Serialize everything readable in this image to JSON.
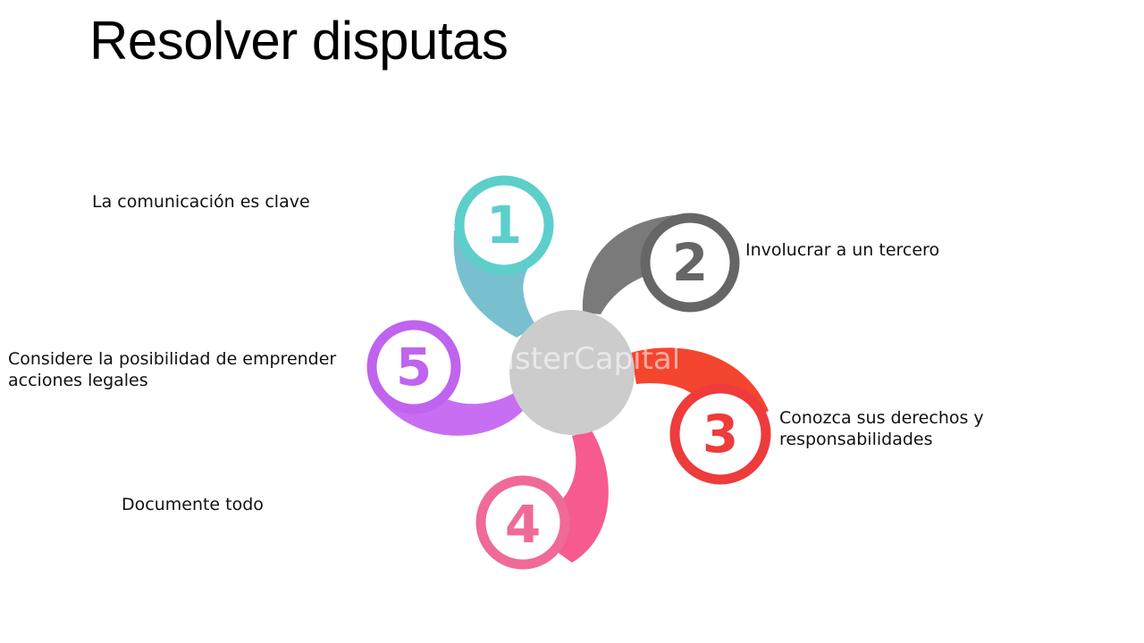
{
  "title": "Resolver disputas",
  "watermark": "FasterCapital",
  "center_color": "#cccccc",
  "steps": [
    {
      "number": "1",
      "lines": [
        "La comunicación es clave"
      ],
      "color": "#5ccfcb",
      "stem_color": "#78c0cf"
    },
    {
      "number": "2",
      "lines": [
        "Involucrar a un tercero"
      ],
      "color": "#666666",
      "stem_color": "#7a7a7a"
    },
    {
      "number": "3",
      "lines": [
        "Conozca sus derechos y",
        "responsabilidades"
      ],
      "color": "#ee3b3b",
      "stem_color": "#f4452f"
    },
    {
      "number": "4",
      "lines": [
        "Documente todo"
      ],
      "color": "#ef6a99",
      "stem_color": "#f75a8e"
    },
    {
      "number": "5",
      "lines": [
        "Considere la posibilidad de emprender",
        "acciones legales"
      ],
      "color": "#c063ee",
      "stem_color": "#c86ef2"
    }
  ]
}
